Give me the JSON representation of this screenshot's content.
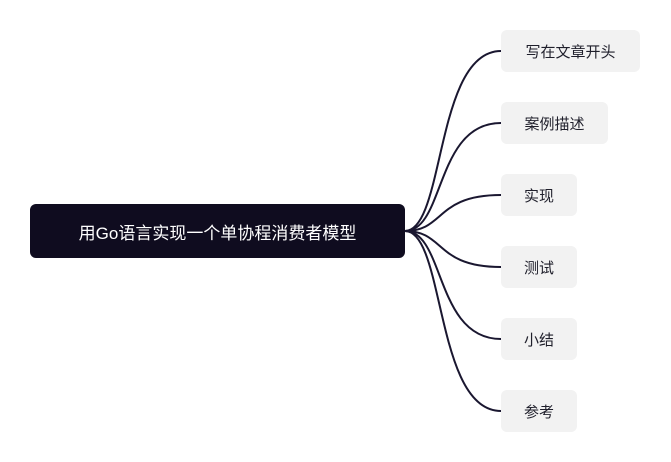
{
  "root": {
    "label": "用Go语言实现一个单协程消费者模型"
  },
  "children": [
    {
      "label": "写在文章开头"
    },
    {
      "label": "案例描述"
    },
    {
      "label": "实现"
    },
    {
      "label": "测试"
    },
    {
      "label": "小结"
    },
    {
      "label": "参考"
    }
  ],
  "colors": {
    "root_bg": "#0f0c1f",
    "node_bg": "#f2f2f2",
    "link": "#1a1730"
  }
}
